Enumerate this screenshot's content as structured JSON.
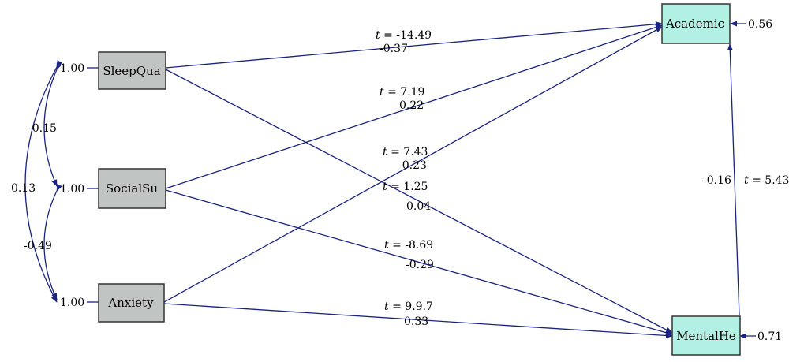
{
  "colors": {
    "arrow": "#1a237e",
    "observed_fill": "#c0c4c3",
    "outcome_fill": "#b2f0e4",
    "box_stroke": "#333333"
  },
  "nodes": {
    "sleep": {
      "label": "SleepQua",
      "variance": "1.00"
    },
    "social": {
      "label": "SocialSu",
      "variance": "1.00"
    },
    "anxiety": {
      "label": "Anxiety",
      "variance": "1.00"
    },
    "academic": {
      "label": "Academic",
      "residual": "0.56"
    },
    "mental": {
      "label": "MentalHe",
      "residual": "0.71"
    }
  },
  "covariances": {
    "sleep_social": "-0.15",
    "social_anxiety": "-0.49",
    "sleep_anxiety": "0.13"
  },
  "paths": {
    "sleep_academic": {
      "t": "-14.49",
      "coef": "-0.37"
    },
    "social_academic": {
      "t": "7.19",
      "coef": "0.22"
    },
    "anxiety_academic": {
      "t": "7.43",
      "coef": "-0.23"
    },
    "sleep_mental": {
      "t": "1.25",
      "coef": "0.04"
    },
    "social_mental": {
      "t": "-8.69",
      "coef": "-0.29"
    },
    "anxiety_mental": {
      "t": "9.9.7",
      "coef": "0.33"
    },
    "mental_academic": {
      "t": "5.43",
      "coef": "-0.16"
    }
  },
  "t_prefix": "t",
  "t_eq": " = "
}
